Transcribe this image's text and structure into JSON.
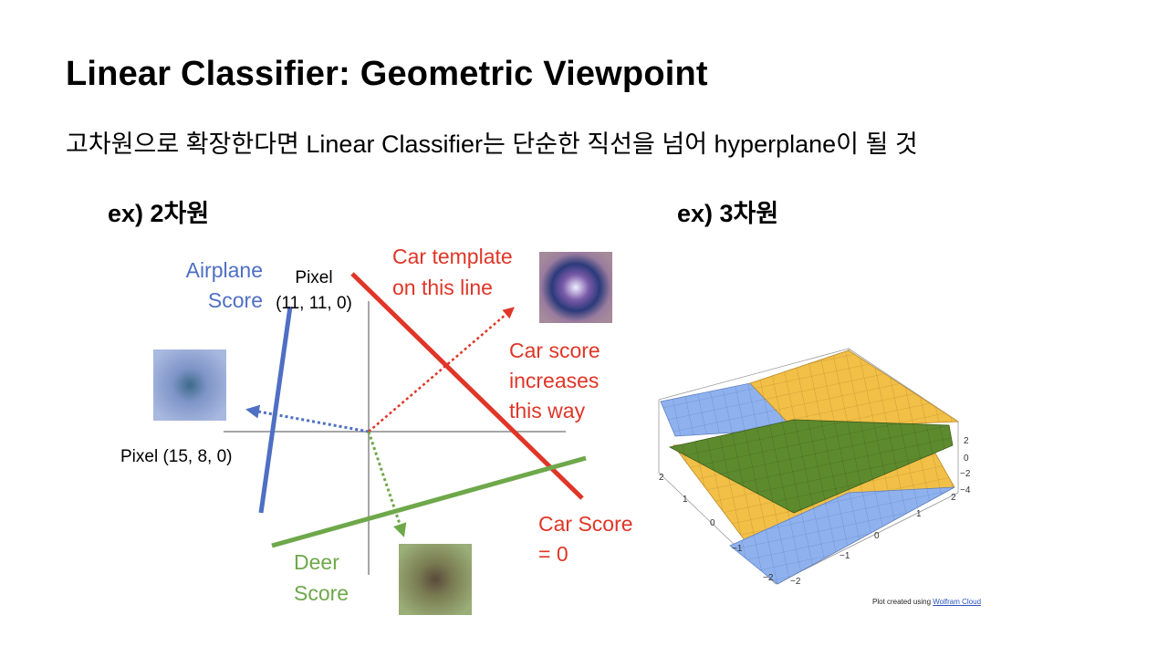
{
  "title": "Linear Classifier: Geometric Viewpoint",
  "subtitle": "고차원으로 확장한다면 Linear Classifier는 단순한 직선을 넘어 hyperplane이 될 것",
  "example_2d": {
    "heading": "ex) 2차원",
    "airplane_label_1": "Airplane",
    "airplane_label_2": "Score",
    "pixel_y_label_1": "Pixel",
    "pixel_y_label_2": "(11, 11, 0)",
    "pixel_x_label": "Pixel (15, 8, 0)",
    "car_template_1": "Car template",
    "car_template_2": "on this line",
    "car_score_inc_1": "Car score",
    "car_score_inc_2": "increases",
    "car_score_inc_3": "this way",
    "car_score_zero_1": "Car Score",
    "car_score_zero_2": "= 0",
    "deer_label_1": "Deer",
    "deer_label_2": "Score",
    "colors": {
      "airplane": "#4f6fc4",
      "car": "#e03527",
      "deer": "#6ea84a"
    }
  },
  "example_3d": {
    "heading": "ex) 3차원",
    "axis_ticks_right": [
      "2",
      "0",
      "−2",
      "−4"
    ],
    "axis_ticks_left_back": [
      "2"
    ],
    "axis_ticks_left_front": [
      "1",
      "0",
      "−1",
      "−2"
    ],
    "axis_ticks_bottom": [
      "2",
      "1",
      "0",
      "−1",
      "−2"
    ],
    "credit_prefix": "Plot created using ",
    "credit_link": "Wolfram Cloud",
    "colors": {
      "blue_plane": "#8fb2ef",
      "orange_plane": "#f2bf47",
      "green_plane": "#5e8a2e"
    }
  }
}
